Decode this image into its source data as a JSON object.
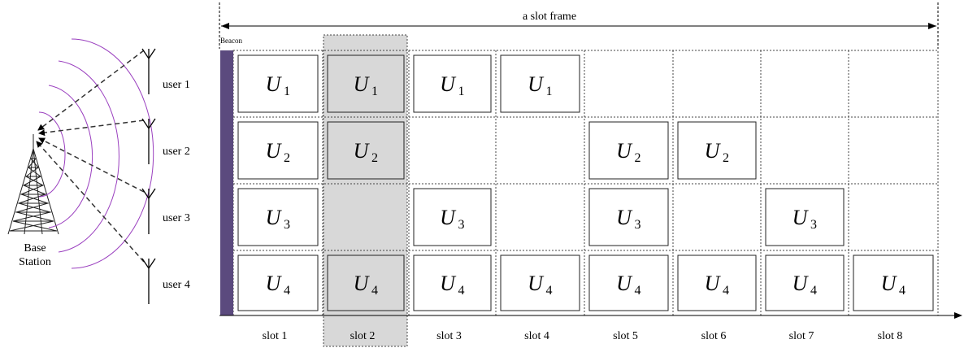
{
  "frame_label": "a slot frame",
  "beacon_label": "Beacon",
  "base_station_label": [
    "Base",
    "Station"
  ],
  "users": [
    {
      "label": "user 1",
      "symbol": "U",
      "sub": "1"
    },
    {
      "label": "user 2",
      "symbol": "U",
      "sub": "2"
    },
    {
      "label": "user 3",
      "symbol": "U",
      "sub": "3"
    },
    {
      "label": "user 4",
      "symbol": "U",
      "sub": "4"
    }
  ],
  "slots": [
    "slot 1",
    "slot 2",
    "slot 3",
    "slot 4",
    "slot 5",
    "slot 6",
    "slot 7",
    "slot 8"
  ],
  "allocation": [
    [
      1,
      1,
      1,
      1,
      0,
      0,
      0,
      0
    ],
    [
      1,
      1,
      0,
      0,
      1,
      1,
      0,
      0
    ],
    [
      1,
      0,
      1,
      0,
      1,
      0,
      1,
      0
    ],
    [
      1,
      1,
      1,
      1,
      1,
      1,
      1,
      1
    ]
  ],
  "highlighted_slot": 2,
  "colors": {
    "beacon": "#5b4a7e",
    "highlight": "#d8d8d8",
    "waves": "#9a3fbf",
    "line": "#222222"
  }
}
